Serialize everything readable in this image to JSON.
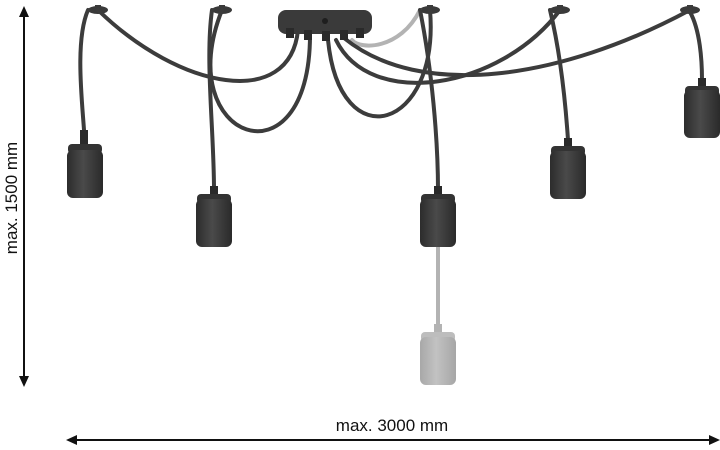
{
  "dimensions": {
    "height_label": "max. 1500 mm",
    "width_label": "max. 3000 mm"
  },
  "pendants": [
    {
      "id": "pendant-1",
      "style": "hung"
    },
    {
      "id": "pendant-2",
      "style": "hung"
    },
    {
      "id": "pendant-3",
      "style": "hung"
    },
    {
      "id": "pendant-4",
      "style": "hung"
    },
    {
      "id": "pendant-5",
      "style": "hung"
    },
    {
      "id": "pendant-ghost",
      "style": "max-drop-preview"
    }
  ],
  "colors": {
    "lamp": "#3a3a3a",
    "cable": "#3c3c3c",
    "ghost": "#b3b3b3",
    "arrow": "#111111"
  }
}
